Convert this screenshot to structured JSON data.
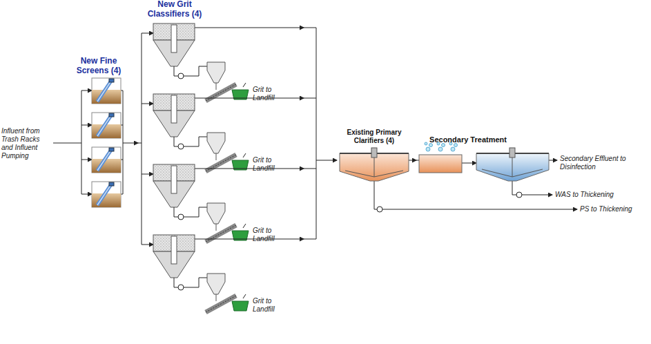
{
  "diagram": {
    "nodes": [
      {
        "text": [
          "New Fine Screens (4)"
        ]
      },
      {
        "text": [
          "New Grit Classifiers (4)"
        ]
      },
      {
        "text": [
          "Existing Primary Clarifiers (4)"
        ]
      },
      {
        "text": [
          "Secondary Treatment"
        ]
      }
    ],
    "edges": [
      {
        "from": 0,
        "to": 1,
        "arrow": "to"
      },
      {
        "from": 1,
        "to": 2,
        "arrow": "to"
      },
      {
        "from": 2,
        "to": 3,
        "arrow": "to"
      }
    ],
    "labels": [
      "Influent from Trash Racks and Influent Pumping",
      "Grit to Landfill",
      "Grit to Landfill",
      "Grit to Landfill",
      "Grit to Landfill",
      "Secondary Effluent to Disinfection",
      "WAS to Thickening",
      "PS to Thickening"
    ]
  }
}
